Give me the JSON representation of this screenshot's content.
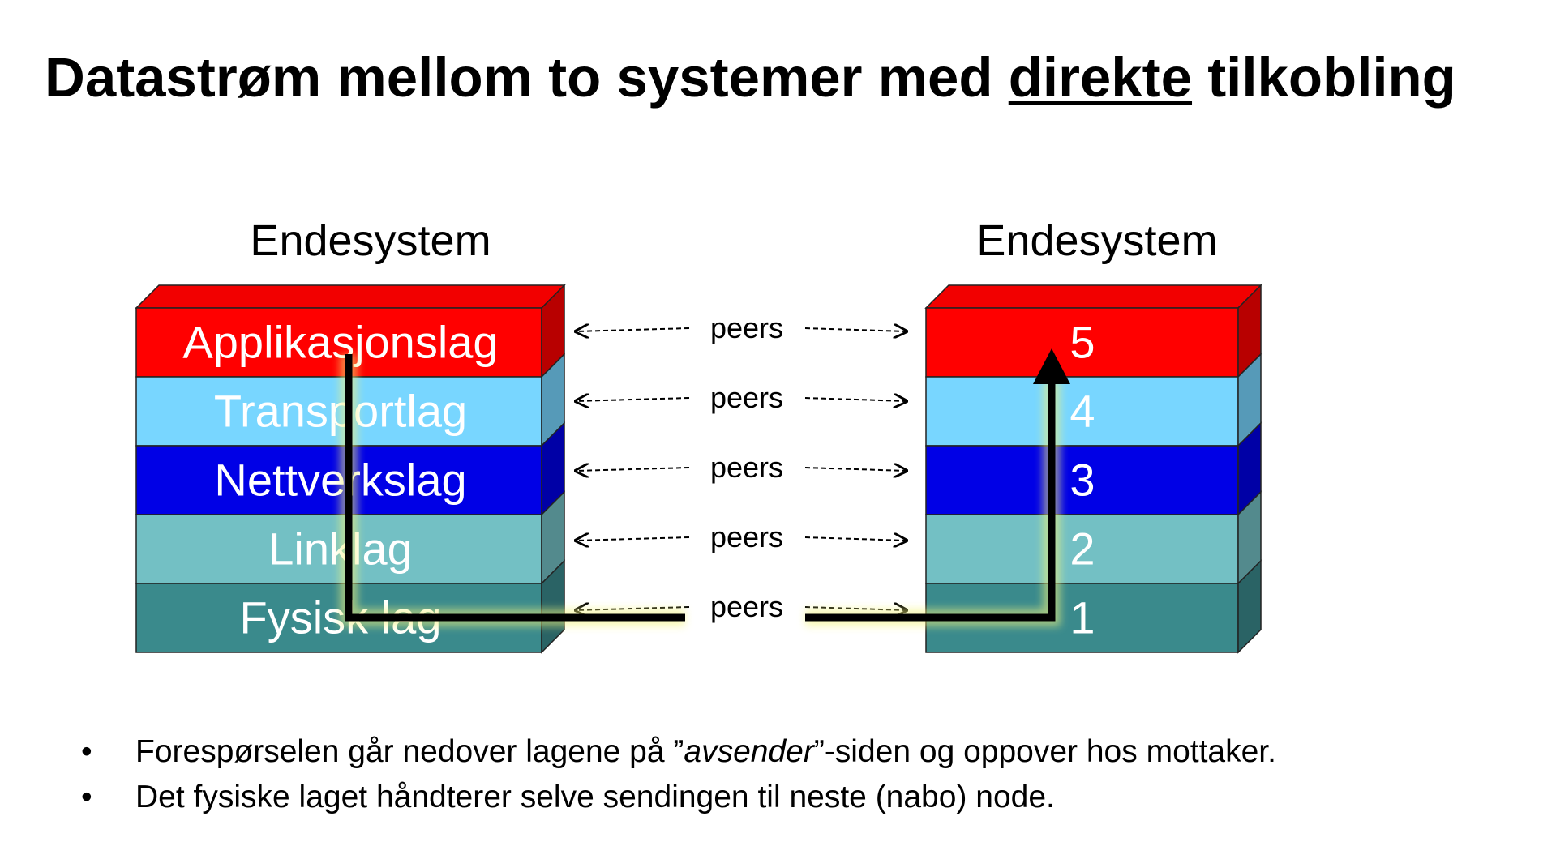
{
  "title": {
    "before": "Datastrøm mellom to systemer med",
    "underlined": "direkte",
    "after": "tilkobling"
  },
  "left_system": {
    "label": "Endesystem",
    "layers": [
      "Applikasjonslag",
      "Transportlag",
      "Nettverkslag",
      "Linklag",
      "Fysisk lag"
    ]
  },
  "right_system": {
    "label": "Endesystem",
    "layers": [
      "5",
      "4",
      "3",
      "2",
      "1"
    ]
  },
  "peer_label": "peers",
  "layer_colors": [
    "#ff0000",
    "#78d6ff",
    "#0000e6",
    "#73c0c4",
    "#3a8a8c"
  ],
  "bullets": [
    {
      "pre": "Forespørselen går nedover lagene på ”",
      "em": "avsender",
      "post": "”-siden og oppover hos mottaker."
    },
    {
      "pre": "Det fysiske laget håndterer selve sendingen til neste (nabo) node.",
      "em": "",
      "post": ""
    }
  ],
  "bullet_symbol": "•"
}
